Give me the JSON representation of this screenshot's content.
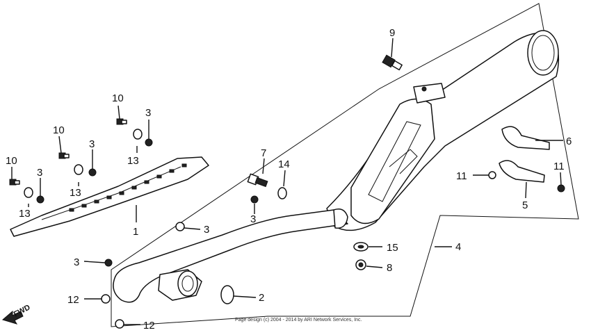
{
  "callouts": {
    "c1": "1",
    "c2": "2",
    "c3a": "3",
    "c3b": "3",
    "c3c": "3",
    "c3d": "3",
    "c3e": "3",
    "c3f": "3",
    "c4": "4",
    "c5": "5",
    "c6": "6",
    "c7": "7",
    "c8": "8",
    "c9": "9",
    "c10a": "10",
    "c10b": "10",
    "c10c": "10",
    "c11a": "11",
    "c11b": "11",
    "c12a": "12",
    "c12b": "12",
    "c13a": "13",
    "c13b": "13",
    "c13c": "13",
    "c14": "14",
    "c15": "15"
  },
  "fwd_label": "FWD",
  "copyright": "Page design (c) 2004 - 2014 by ARI Network Services, Inc.",
  "colors": {
    "ink": "#111111",
    "background": "#ffffff"
  }
}
